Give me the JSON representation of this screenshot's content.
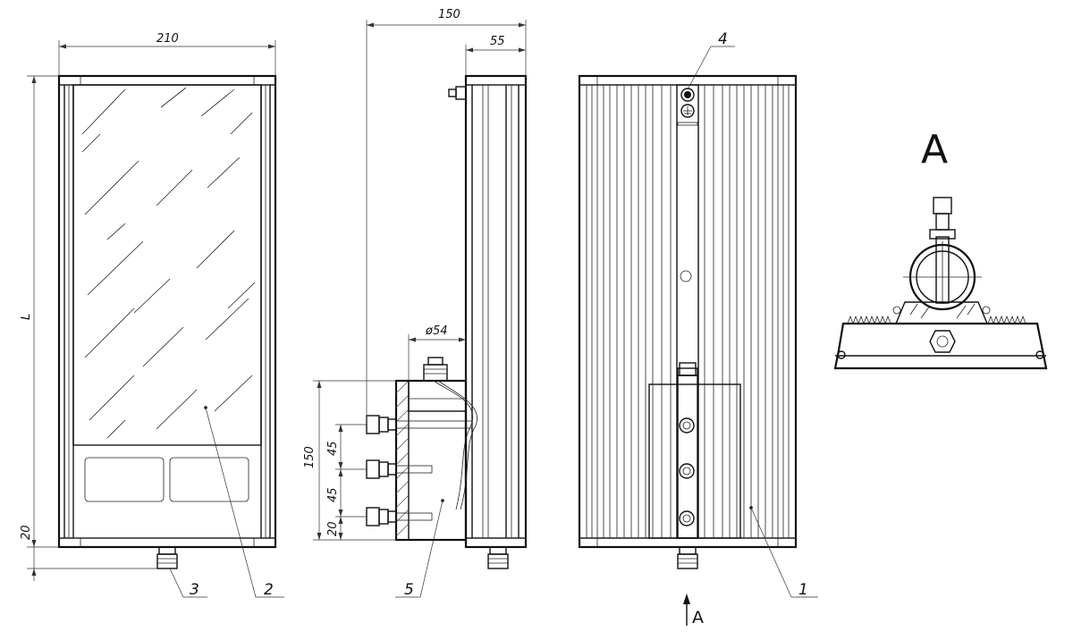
{
  "dimensions": {
    "front_width": "210",
    "front_height": "L",
    "gland_offset": "20",
    "side_total": "150",
    "side_depth": "55",
    "bracket_diameter": "ø54",
    "bracket_height": "150",
    "bolt_pitch_1": "45",
    "bolt_pitch_2": "45",
    "bottom_offset": "20"
  },
  "leaders": {
    "housing": "1",
    "glass": "2",
    "cable_gland": "3",
    "ground_terminal": "4",
    "bracket": "5"
  },
  "view_marks": {
    "section_letter": "A",
    "arrow_letter": "A"
  }
}
